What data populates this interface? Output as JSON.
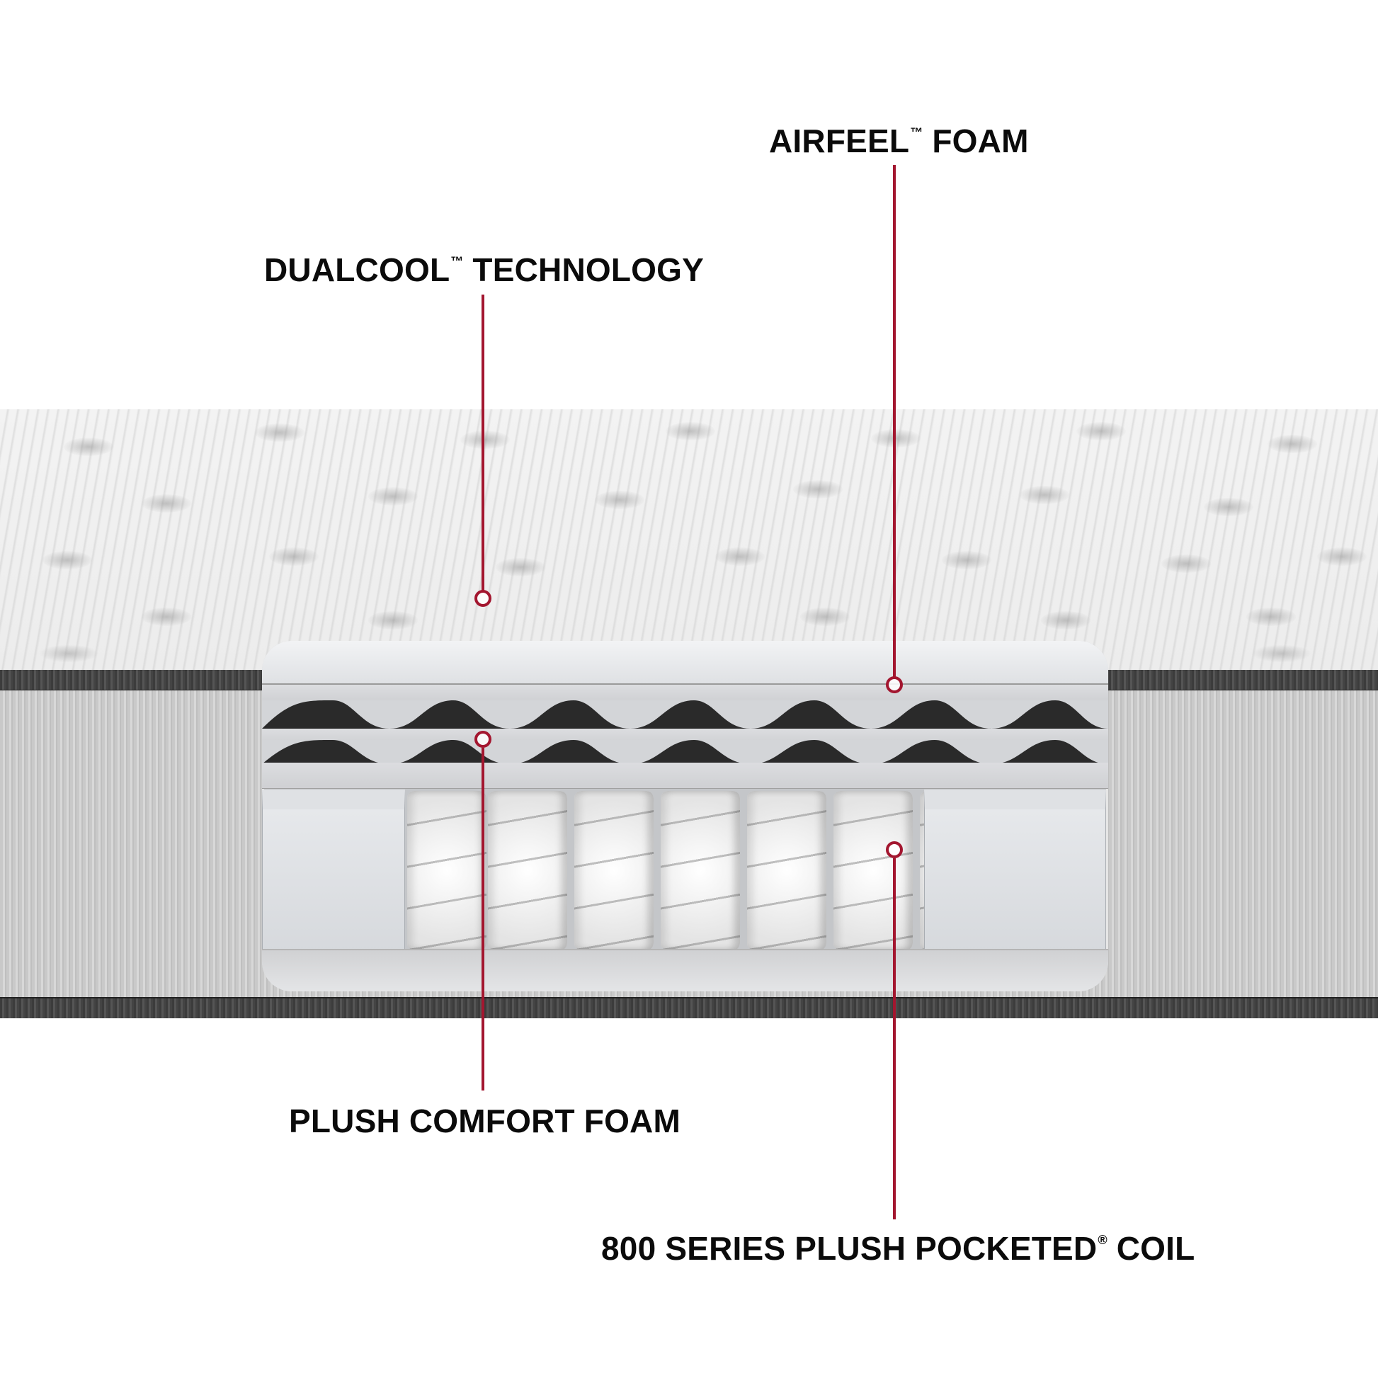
{
  "colors": {
    "accent_red": "#a3162f",
    "label_text": "#0b0b0b",
    "background": "#ffffff"
  },
  "callouts": [
    {
      "id": "airfeel",
      "label": "AIRFEEL",
      "mark": "™",
      "suffix": " FOAM"
    },
    {
      "id": "dualcool",
      "label": "DUALCOOL",
      "mark": "™",
      "suffix": " TECHNOLOGY"
    },
    {
      "id": "plush_comfort",
      "label": "PLUSH COMFORT FOAM",
      "mark": "",
      "suffix": ""
    },
    {
      "id": "coil",
      "label": "800 SERIES PLUSH POCKETED",
      "mark": "®",
      "suffix": " COIL"
    }
  ],
  "diagram": {
    "subject": "mattress-cutaway",
    "coil_count_visible": 7,
    "comfort_wave_layers": 2
  }
}
